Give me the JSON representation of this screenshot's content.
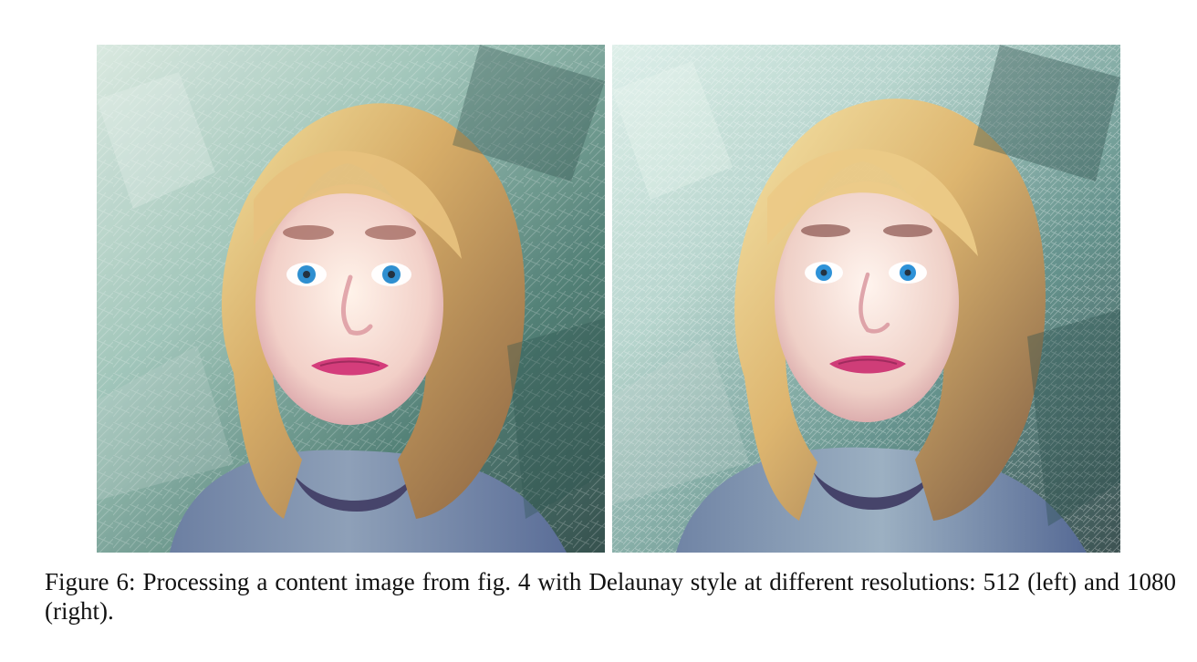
{
  "figure": {
    "caption": "Figure 6: Processing a content image from fig. 4 with Delaunay style at different resolutions: 512 (left) and 1080 (right).",
    "panels": [
      {
        "id": "left",
        "resolution": "512",
        "style": "Delaunay"
      },
      {
        "id": "right",
        "resolution": "1080",
        "style": "Delaunay"
      }
    ]
  },
  "palette": {
    "background_light": "#c7dccf",
    "background_mid": "#6f9d98",
    "background_dark": "#355a54",
    "hair_light": "#ecd08f",
    "hair_dark": "#7f5c3f",
    "skin": "#f2d0c8",
    "lips": "#d43d7b",
    "eyes": "#2f8fd0",
    "sweater": "#7189aa",
    "collar": "#3f3b63"
  }
}
